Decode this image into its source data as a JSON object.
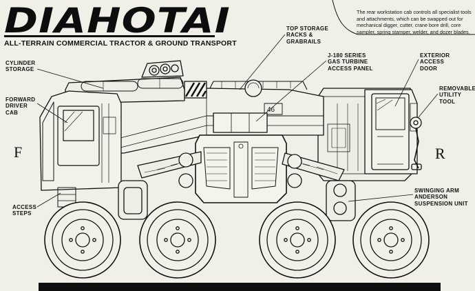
{
  "title": "DIAHOTAI",
  "subtitle": "ALL-TERRAIN COMMERCIAL TRACTOR & GROUND TRANSPORT",
  "info_box": "The rear workstation cab controls all specialist tools and attachments, which can be swapped out for mechanical digger, cutter, crane bore drill, core sampler, spring stamper, welder, and dozer blades.",
  "hull_number": "46",
  "sides": {
    "front": "F",
    "rear": "R"
  },
  "callouts": {
    "cylinder_storage": "CYLINDER\nSTORAGE",
    "forward_cab": "FORWARD\nDRIVER\nCAB",
    "access_steps": "ACCESS\nSTEPS",
    "top_storage": "TOP STORAGE\nRACKS &\nGRABRAILS",
    "turbine_panel": "J-180 SERIES\nGAS TURBINE\nACCESS PANEL",
    "exterior_door": "EXTERIOR\nACCESS\nDOOR",
    "utility_tool": "REMOVABLE\nUTILITY\nTOOL",
    "suspension": "SWINGING ARM\nANDERSON\nSUSPENSION UNIT"
  }
}
